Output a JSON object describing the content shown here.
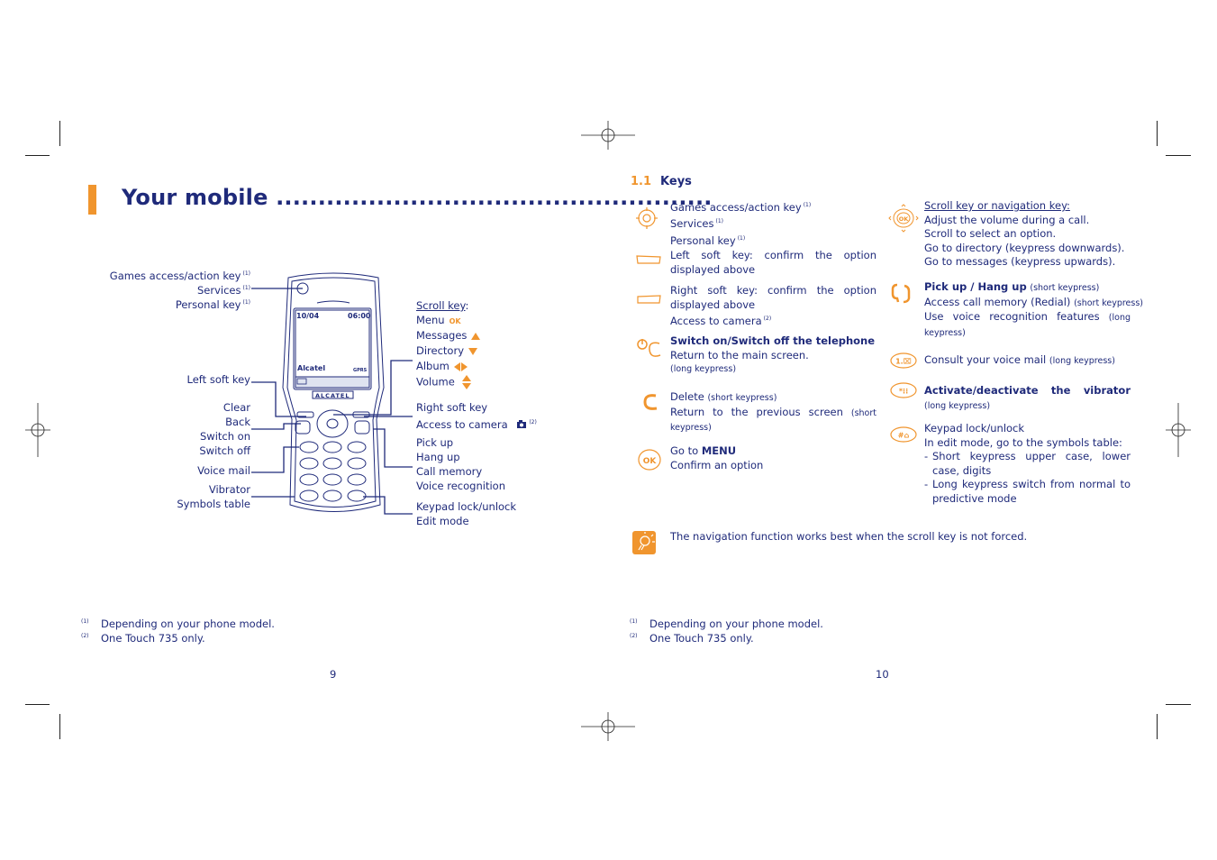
{
  "left_page": {
    "title": "Your mobile ....................................................",
    "phone_labels_left": [
      {
        "text": "Games access/action key",
        "sup": "(1)"
      },
      {
        "text": "Services",
        "sup": "(1)"
      },
      {
        "text": "Personal key",
        "sup": "(1)"
      },
      {
        "text": "Left soft key"
      },
      {
        "text": "Clear"
      },
      {
        "text": "Back"
      },
      {
        "text": "Switch on"
      },
      {
        "text": "Switch off"
      },
      {
        "text": "Voice mail"
      },
      {
        "text": "Vibrator"
      },
      {
        "text": "Symbols table"
      }
    ],
    "scroll_key_label": "Scroll key",
    "scroll_key_colon": ":",
    "phone_labels_right": [
      {
        "text": "Menu"
      },
      {
        "text": "Messages"
      },
      {
        "text": "Directory"
      },
      {
        "text": "Album"
      },
      {
        "text": "Volume"
      },
      {
        "text": "Right soft key"
      },
      {
        "text": "Access to camera",
        "sup": "(2)"
      },
      {
        "text": "Pick up"
      },
      {
        "text": "Hang up"
      },
      {
        "text": "Call memory"
      },
      {
        "text": "Voice recognition"
      },
      {
        "text": "Keypad lock/unlock"
      },
      {
        "text": "Edit mode"
      }
    ],
    "ok_glyph": "OK",
    "phone_screen": {
      "date": "10/04",
      "time": "06:00",
      "operator": "Alcatel",
      "brand": "ALCATEL",
      "gprs": "GPRS"
    },
    "footnotes": [
      {
        "mark": "(1)",
        "text": "Depending on your phone model."
      },
      {
        "mark": "(2)",
        "text": "One Touch 735 only."
      }
    ],
    "page_number": "9"
  },
  "right_page": {
    "section_number": "1.1",
    "section_title": "Keys",
    "keys_col1": {
      "games": {
        "lines": [
          {
            "text": "Games access/action key",
            "sup": "(1)"
          },
          {
            "text": "Services",
            "sup": "(1)"
          },
          {
            "text": "Personal key",
            "sup": "(1)"
          }
        ]
      },
      "left_soft": {
        "text": "Left soft key: confirm the option displayed above"
      },
      "right_soft": {
        "text": "Right soft key: confirm the option displayed above",
        "line2": "Access to camera",
        "sup": "(2)"
      },
      "switch": {
        "heading": "Switch on/Switch off the telephone",
        "line1": "Return to the main screen.",
        "line2": "(long keypress)"
      },
      "delete": {
        "label": "Delete",
        "small": "(short keypress)",
        "line2": "Return to the previous screen",
        "small2": "(short keypress)"
      },
      "menu": {
        "prefix": "Go to",
        "bold": "MENU",
        "line2": "Confirm an option"
      }
    },
    "keys_col2": {
      "scroll": {
        "heading": "Scroll key or navigation key:",
        "lines": [
          "Adjust the volume during a call.",
          "Scroll to select an option.",
          "Go to directory (keypress downwards).",
          "Go to messages (keypress upwards)."
        ]
      },
      "pickup": {
        "heading": "Pick up / Hang up",
        "small": "(short keypress)",
        "line2": "Access call memory (Redial)",
        "small2": "(short keypress)",
        "line3": "Use voice recognition features",
        "small3": "(long keypress)"
      },
      "voicemail": {
        "text": "Consult your voice mail",
        "small": "(long keypress)"
      },
      "vibrator": {
        "heading": "Activate/deactivate the vibrator",
        "small": "(long keypress)"
      },
      "keypad": {
        "line1": "Keypad lock/unlock",
        "line2": "In edit mode, go to the symbols table:",
        "bullets": [
          "Short keypress upper case, lower case, digits",
          "Long keypress switch from normal to predictive mode"
        ]
      }
    },
    "tip": "The navigation function works best when the scroll key is not forced.",
    "footnotes": [
      {
        "mark": "(1)",
        "text": "Depending on your phone model."
      },
      {
        "mark": "(2)",
        "text": "One Touch 735 only."
      }
    ],
    "page_number": "10"
  },
  "colors": {
    "text": "#1f2a7a",
    "accent": "#f0952e",
    "crop_marks": "#222222"
  }
}
